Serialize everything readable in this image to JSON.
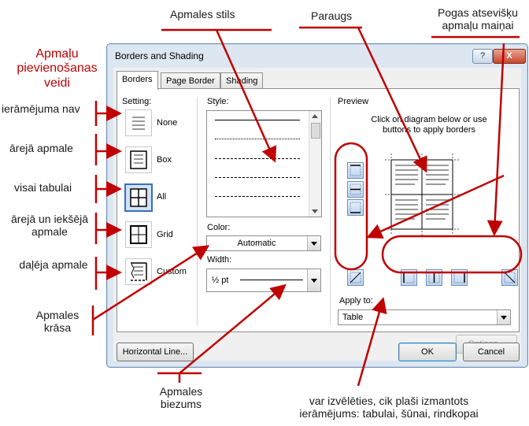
{
  "annotations": {
    "add_types": "Apmaļu pievienošanas veidi",
    "style": "Apmales stils",
    "preview": "Paraugs",
    "buttons": "Pogas atsevišķu apmaļu maiņai",
    "none": "ierāmējuma nav",
    "box": "ārejā apmale",
    "all": "visai tabulai",
    "grid": "ārejā un iekšējā apmale",
    "custom": "daļēja apmale",
    "color": "Apmales krāsa",
    "width": "Apmales biezums",
    "apply": "var izvēlēties, cik plaši izmantots ierāmējums: tabulai, šūnai, rindkopai"
  },
  "dialog": {
    "title": "Borders and Shading",
    "help": "?",
    "close": "X",
    "tabs": [
      "Borders",
      "Page Border",
      "Shading"
    ],
    "setting_label": "Setting:",
    "settings": [
      "None",
      "Box",
      "All",
      "Grid",
      "Custom"
    ],
    "style_label": "Style:",
    "color_label": "Color:",
    "color_value": "Automatic",
    "width_label": "Width:",
    "width_value": "½ pt",
    "preview_label": "Preview",
    "preview_hint": "Click on diagram below or use buttons to apply borders",
    "apply_label": "Apply to:",
    "apply_value": "Table",
    "options": "Options...",
    "horizontal_line": "Horizontal Line...",
    "ok": "OK",
    "cancel": "Cancel"
  },
  "colors": {
    "annotation": "#c00000",
    "selected": "#3a6fb8"
  }
}
